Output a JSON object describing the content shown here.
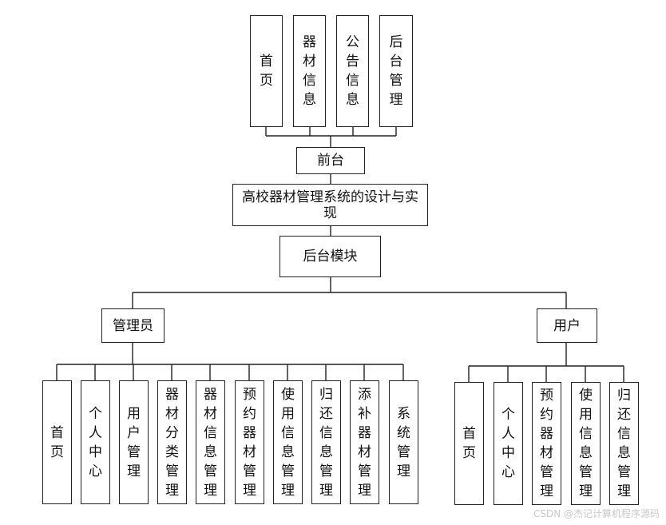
{
  "front_modules": [
    "首页",
    "器材信息",
    "公告信息",
    "后台管理"
  ],
  "front_label": "前台",
  "system_title": "高校器材管理系统的设计与实现",
  "backend_label": "后台模块",
  "admin_label": "管理员",
  "admin_modules": [
    "首页",
    "个人中心",
    "用户管理",
    "器材分类管理",
    "器材信息管理",
    "预约器材管理",
    "使用信息管理",
    "归还信息管理",
    "添补器材管理",
    "系统管理"
  ],
  "user_label": "用户",
  "user_modules": [
    "首页",
    "个人中心",
    "预约器材管理",
    "使用信息管理",
    "归还信息管理"
  ],
  "watermark": "CSDN @杰记计算机程序源码"
}
